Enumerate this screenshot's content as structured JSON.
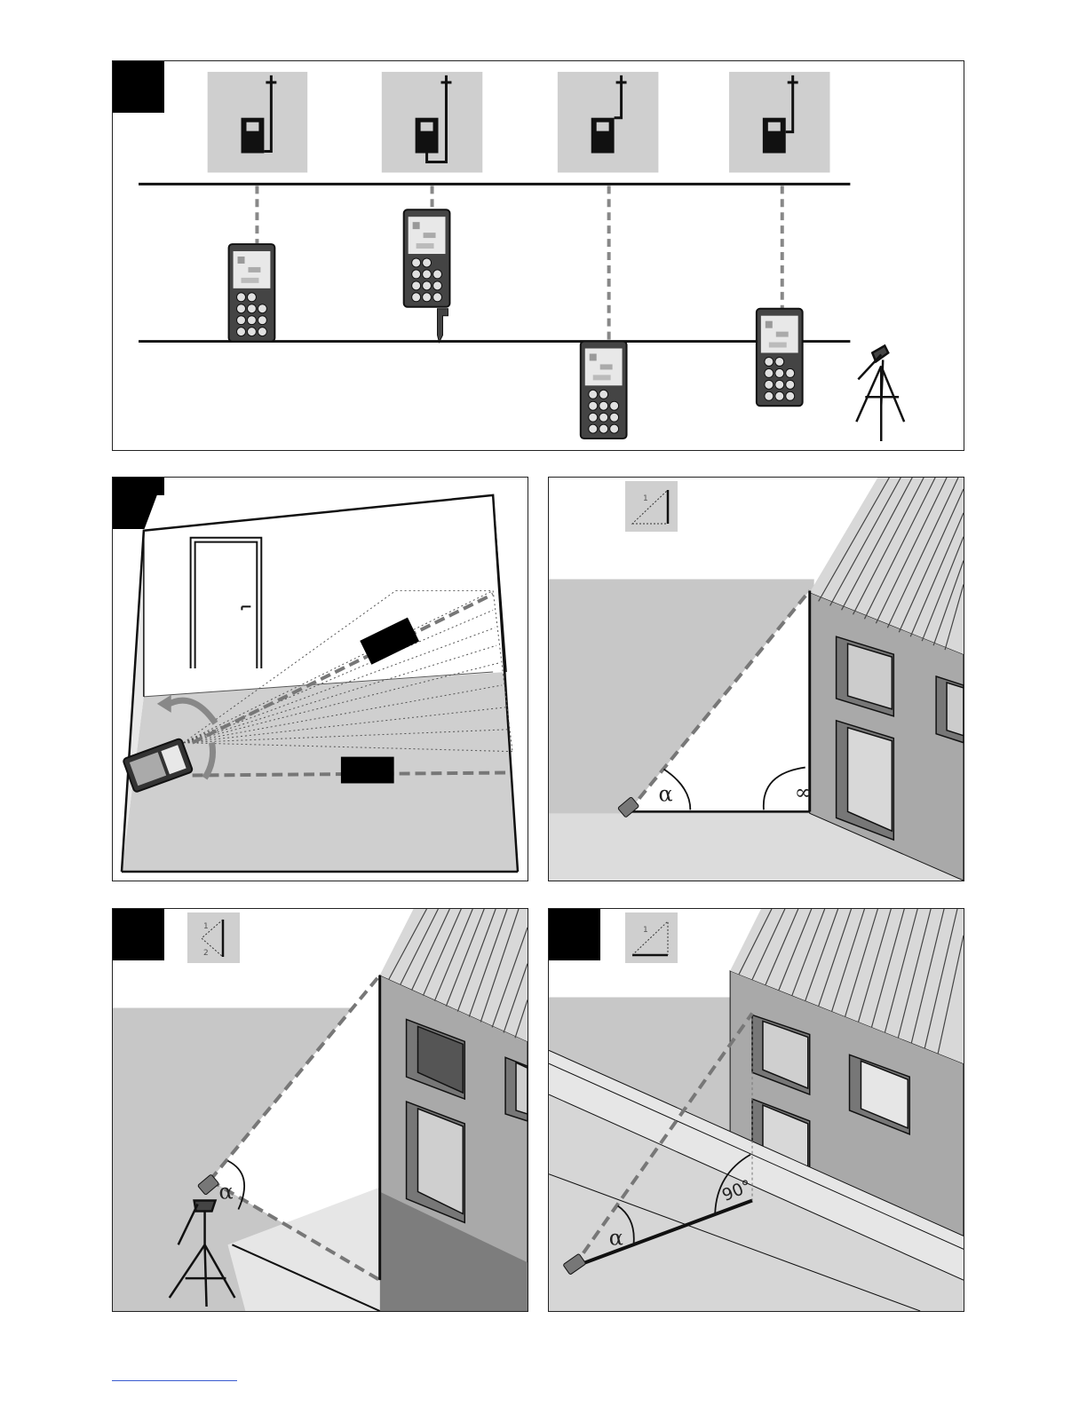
{
  "panel_top": {
    "mode_icons": [
      "reference-front-edge-icon",
      "reference-pin-icon",
      "reference-rear-edge-icon",
      "reference-tripod-icon"
    ]
  },
  "panel_sweep": {
    "label_rect_dark": true
  },
  "panel_indirect_height": {
    "mode_icon": {
      "top_label": "1"
    },
    "angle_label": "α",
    "right_angle_label": "∞"
  },
  "panel_double_indirect": {
    "mode_icon": {
      "top_label": "1",
      "bottom_label": "2"
    },
    "angle_label": "α"
  },
  "panel_indirect_length": {
    "mode_icon": {
      "top_label": "1"
    },
    "angle_label": "α",
    "right_angle_label": "90°"
  },
  "colors": {
    "badge": "#000000",
    "tile": "#cfcfcf",
    "wall": "#a9a9a9",
    "ground": "#c8c8c8",
    "beam": "#777777"
  }
}
